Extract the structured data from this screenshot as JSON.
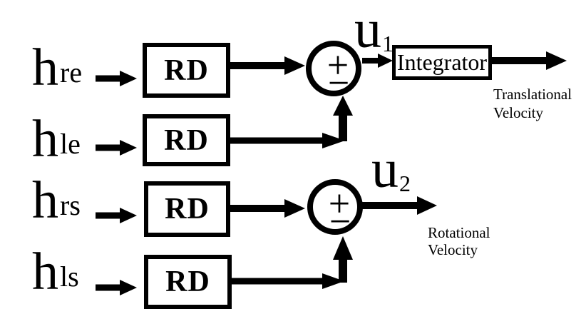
{
  "diagram": {
    "colors": {
      "ink": "#000000",
      "background": "#ffffff"
    },
    "inputs": [
      {
        "base": "h",
        "sub": "re"
      },
      {
        "base": "h",
        "sub": "le"
      },
      {
        "base": "h",
        "sub": "rs"
      },
      {
        "base": "h",
        "sub": "ls"
      }
    ],
    "rd_blocks": [
      {
        "label": "RD"
      },
      {
        "label": "RD"
      },
      {
        "label": "RD"
      },
      {
        "label": "RD"
      }
    ],
    "sum_junctions": [
      {
        "plus": "+",
        "minus": "−"
      },
      {
        "plus": "+",
        "minus": "−"
      }
    ],
    "signals": [
      {
        "base": "u",
        "sub": "1"
      },
      {
        "base": "u",
        "sub": "2"
      }
    ],
    "integrator": {
      "label": "Integrator"
    },
    "outputs": [
      {
        "line1": "Translational",
        "line2": "Velocity"
      },
      {
        "line1": "Rotational",
        "line2": "Velocity"
      }
    ]
  }
}
